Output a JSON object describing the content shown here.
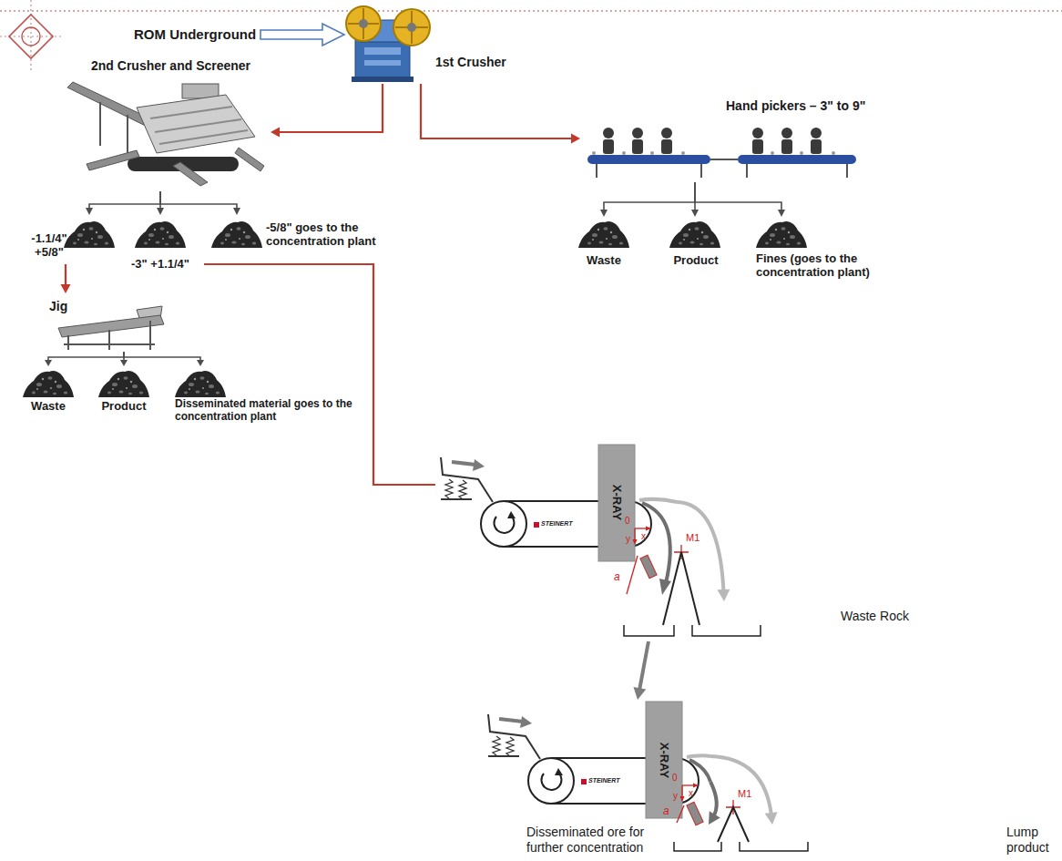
{
  "diagram": {
    "nodes": [
      {
        "text": [
          "ROM Underground"
        ]
      },
      {
        "text": [
          "1st Crusher"
        ]
      },
      {
        "text": [
          "2nd Crusher and Screener"
        ]
      },
      {
        "text": [
          "Hand pickers – 3\" to 9\""
        ]
      },
      {
        "text": [
          "-1.1/4\" +5/8\""
        ]
      },
      {
        "text": [
          "-3\" +1.1/4\""
        ]
      },
      {
        "text": [
          "-5/8\" goes to the concentration plant"
        ]
      },
      {
        "text": [
          "Waste"
        ]
      },
      {
        "text": [
          "Product"
        ]
      },
      {
        "text": [
          "Fines (goes to the concentration plant)"
        ]
      },
      {
        "text": [
          "Jig"
        ]
      },
      {
        "text": [
          "Waste"
        ]
      },
      {
        "text": [
          "Product"
        ]
      },
      {
        "text": [
          "Disseminated material goes to the concentration plant"
        ]
      },
      {
        "text": [
          "X-RAY"
        ]
      },
      {
        "text": [
          "Waste Rock"
        ]
      },
      {
        "text": [
          "X-RAY"
        ]
      },
      {
        "text": [
          "Disseminated ore for further concentration"
        ]
      },
      {
        "text": [
          "Lump product"
        ]
      }
    ],
    "edges": [
      {
        "from": 0,
        "to": 1,
        "arrow": "to"
      },
      {
        "from": 1,
        "to": 2,
        "arrow": "to"
      },
      {
        "from": 1,
        "to": 3,
        "arrow": "to"
      },
      {
        "from": 2,
        "to": 4,
        "arrow": "to"
      },
      {
        "from": 2,
        "to": 5,
        "arrow": "to"
      },
      {
        "from": 2,
        "to": 6,
        "arrow": "to"
      },
      {
        "from": 3,
        "to": 7,
        "arrow": "to"
      },
      {
        "from": 3,
        "to": 8,
        "arrow": "to"
      },
      {
        "from": 3,
        "to": 9,
        "arrow": "to"
      },
      {
        "from": 4,
        "to": 10,
        "arrow": "to"
      },
      {
        "from": 10,
        "to": 11,
        "arrow": "to"
      },
      {
        "from": 10,
        "to": 12,
        "arrow": "to"
      },
      {
        "from": 10,
        "to": 13,
        "arrow": "to"
      },
      {
        "from": 5,
        "to": 14,
        "arrow": "none"
      },
      {
        "from": 14,
        "to": 15,
        "arrow": "to"
      },
      {
        "from": 14,
        "to": 16,
        "arrow": "to"
      },
      {
        "from": 16,
        "to": 17,
        "arrow": "to"
      },
      {
        "from": 16,
        "to": 18,
        "arrow": "to"
      }
    ],
    "labels": [
      "STEINERT",
      "0",
      "x",
      "y",
      "a",
      "M1",
      "STEINERT",
      "0",
      "x",
      "y",
      "a",
      "M1"
    ]
  }
}
